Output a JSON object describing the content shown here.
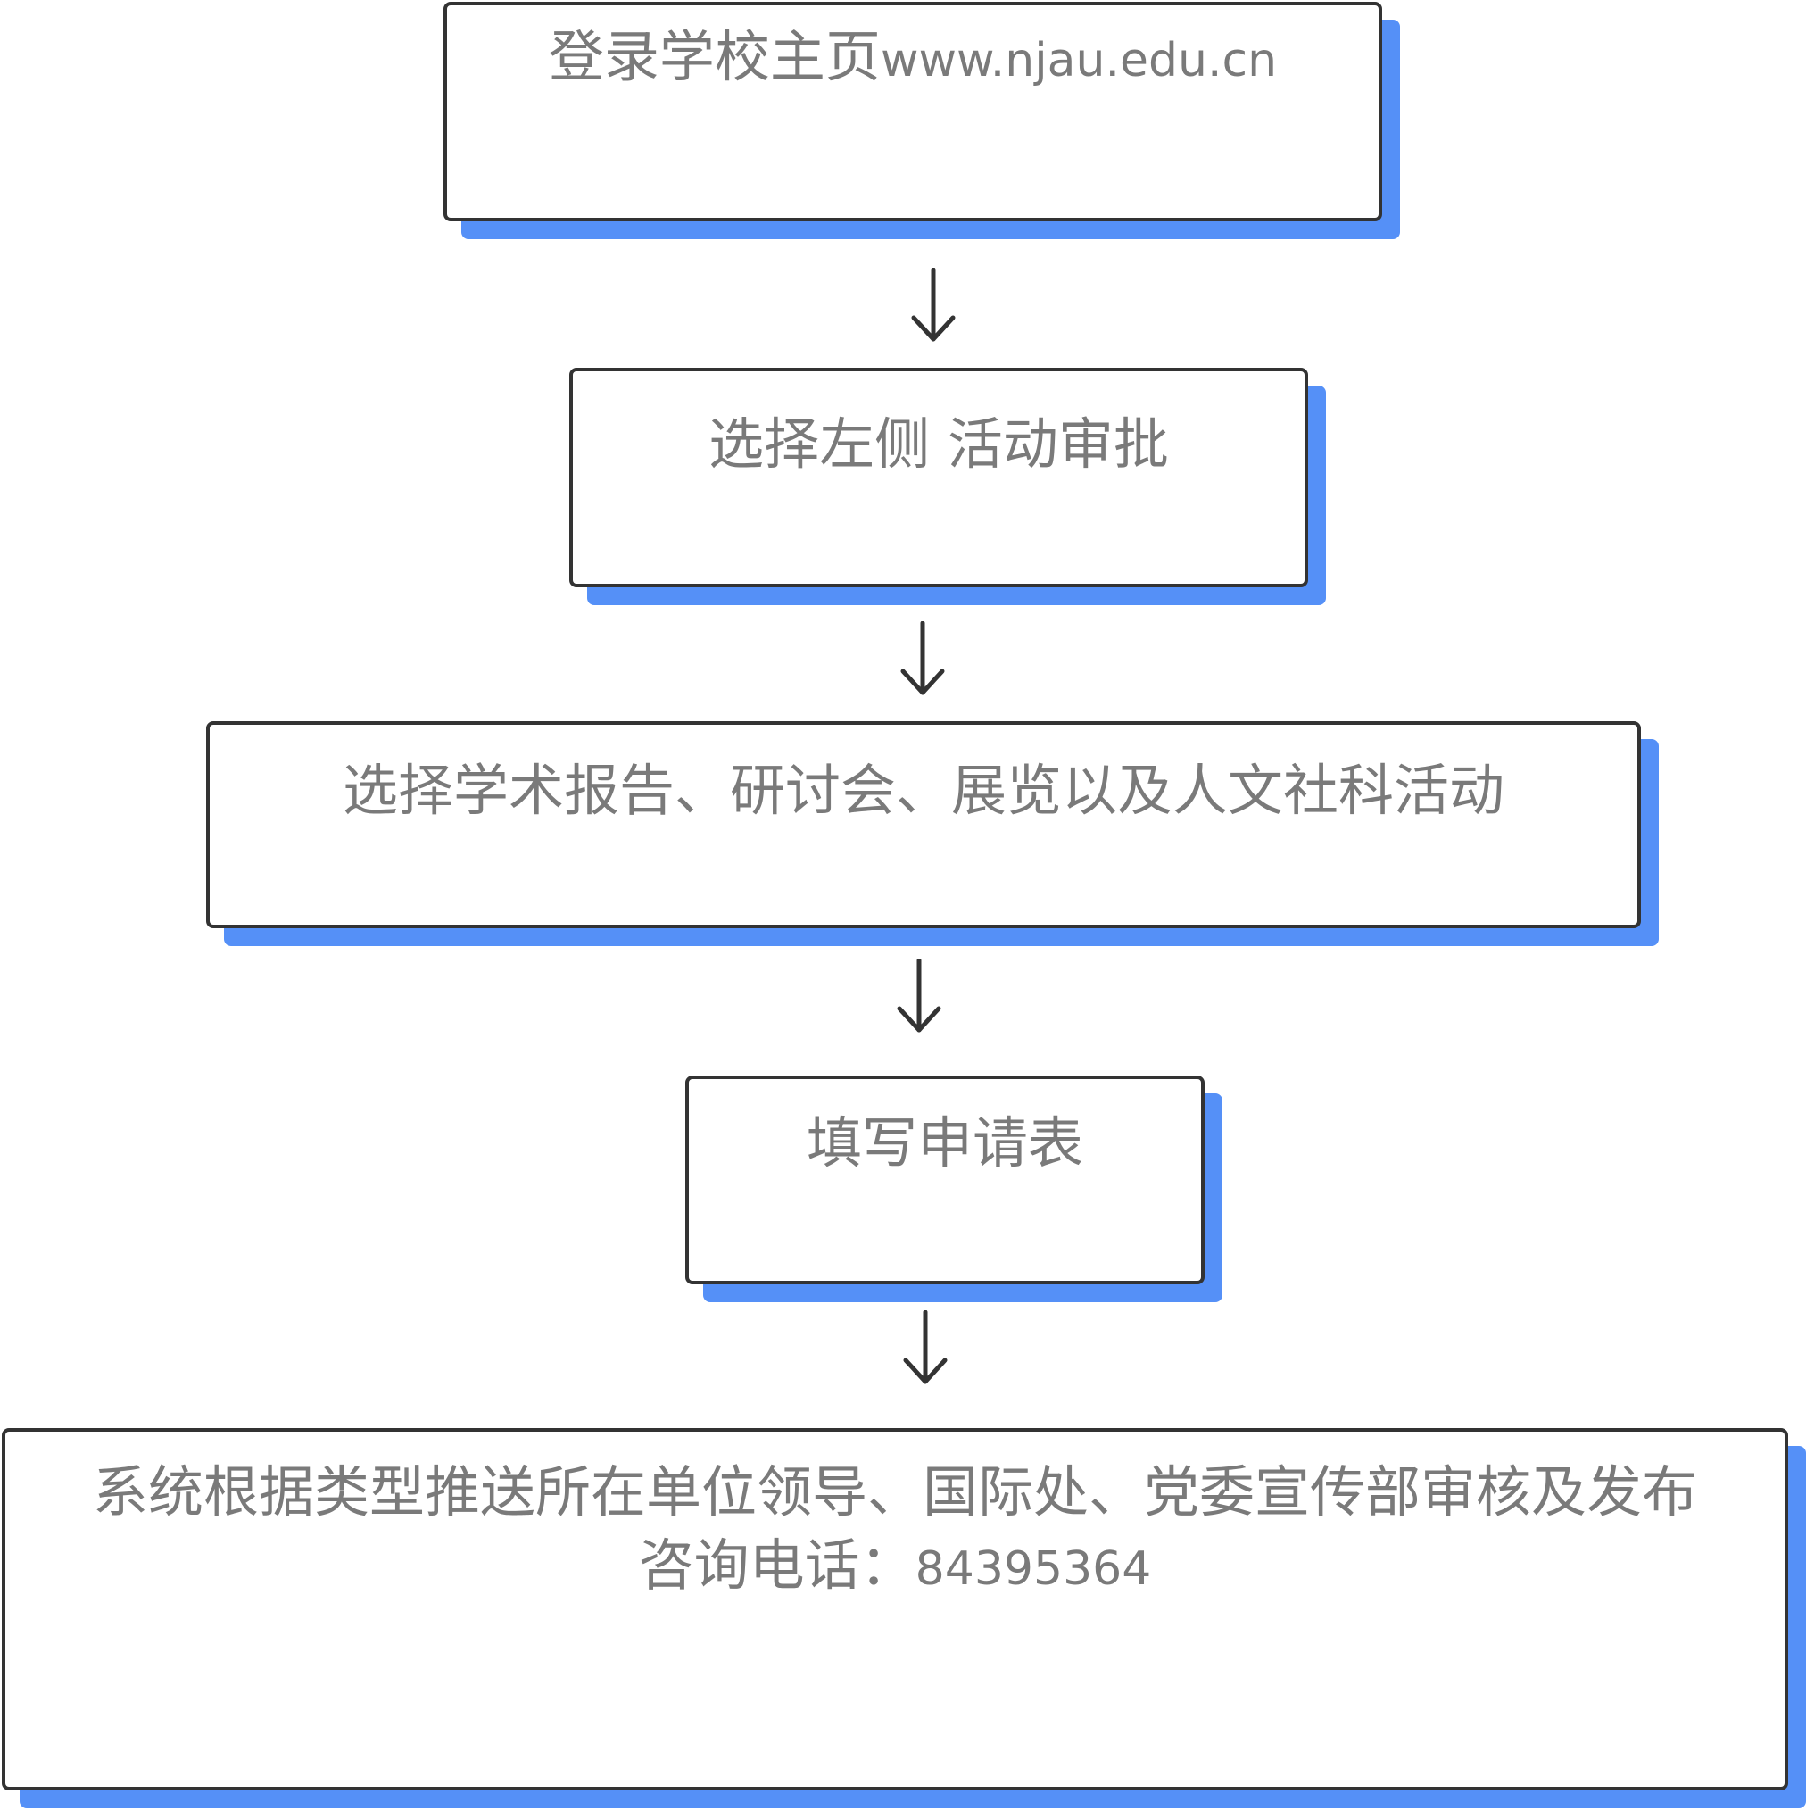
{
  "steps": [
    {
      "text_cn": "登录学校主页",
      "text_url": "www.njau.edu.cn"
    },
    {
      "text": "选择左侧 活动审批"
    },
    {
      "text": "选择学术报告、研讨会、展览以及人文社科活动"
    },
    {
      "text": "填写申请表"
    },
    {
      "line1": "系统根据类型推送所在单位领导、国际处、党委宣传部审核及发布",
      "line2_label": "咨询电话：",
      "line2_phone": "84395364"
    }
  ],
  "colors": {
    "box_border": "#333333",
    "box_shadow": "#5590f7",
    "text": "#7a7a7a",
    "arrow": "#333333"
  }
}
